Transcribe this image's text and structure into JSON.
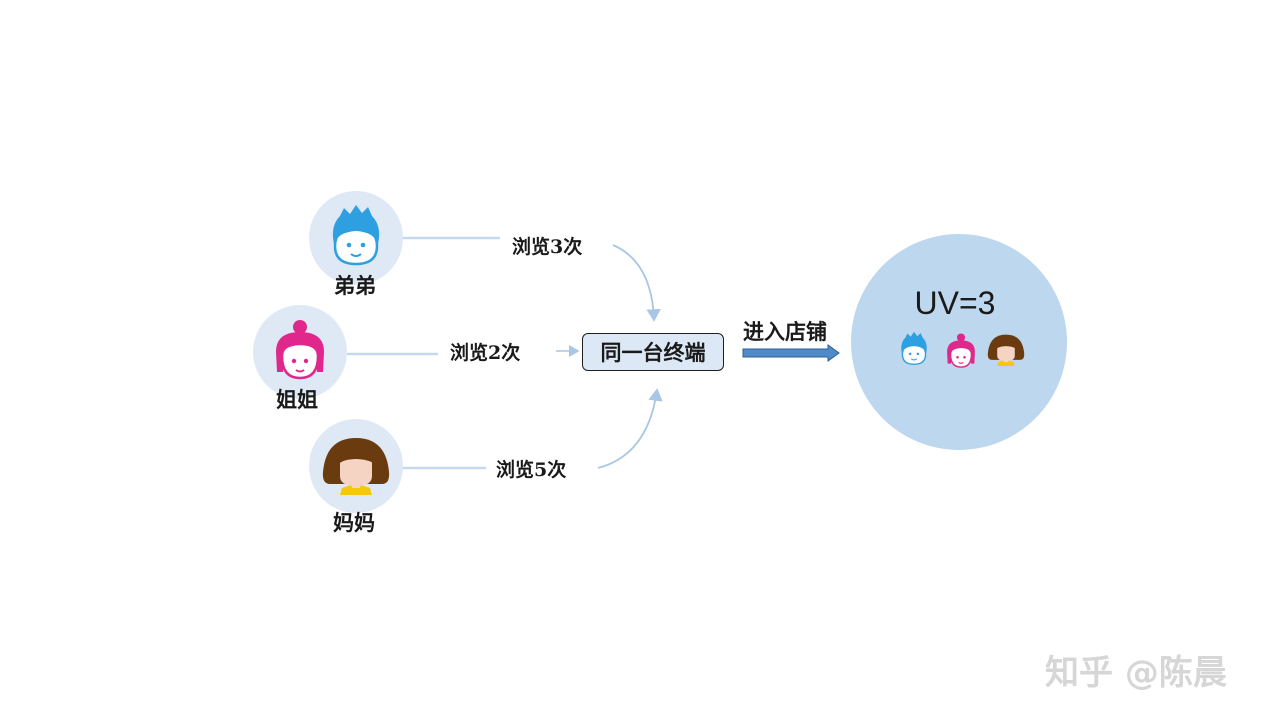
{
  "people": [
    {
      "name": "弟弟",
      "views": "浏览3次",
      "icon": "boy-face-icon"
    },
    {
      "name": "姐姐",
      "views": "浏览2次",
      "icon": "girl-bun-face-icon"
    },
    {
      "name": "妈妈",
      "views": "浏览5次",
      "icon": "mother-face-icon"
    }
  ],
  "terminal": "同一台终端",
  "action": "进入店铺",
  "result": {
    "label": "UV=3"
  },
  "watermark": "知乎 @陈晨",
  "colors": {
    "person_circle": "#dfe9f5",
    "result_circle": "#bdd7ee",
    "boy_hair": "#2e9fe0",
    "girl_hair": "#e0288c",
    "mother_hair": "#6b3b10",
    "skin": "#f5d4c4",
    "shirt": "#f6c70f",
    "connector": "#c5d9ee",
    "arrow_fill": "#4f8ac9"
  }
}
